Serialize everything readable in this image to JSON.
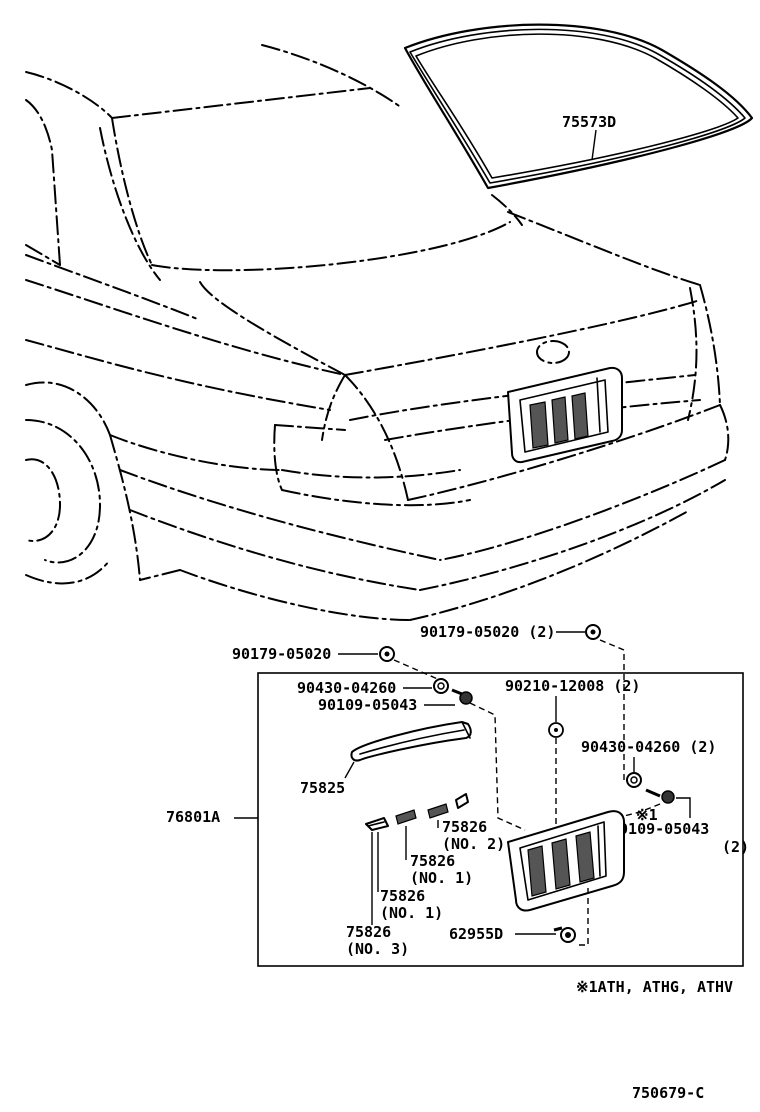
{
  "labels": {
    "rear_window_glass": "75573D",
    "clip_top_right": "90179-05020 (2)",
    "clip_left": "90179-05020",
    "nut_left": "90430-04260",
    "screw_left": "90109-05043",
    "grommet": "90210-12008 (2)",
    "nut_right": "90430-04260 (2)",
    "mark_1": "※1",
    "screw_right": "90109-05043",
    "screw_right_qty": "(2)",
    "garnish_upper": "75825",
    "assembly": "76801A",
    "emblem_no2": "75826",
    "emblem_no2_sub": "(NO. 2)",
    "emblem_no1a": "75826",
    "emblem_no1a_sub": "(NO. 1)",
    "emblem_no1b": "75826",
    "emblem_no1b_sub": "(NO. 1)",
    "emblem_no3": "75826",
    "emblem_no3_sub": "(NO. 3)",
    "license_lamp_cover": "62955D",
    "footnote": "※1ATH, ATHG, ATHV",
    "drawing_number": "750679-C"
  }
}
